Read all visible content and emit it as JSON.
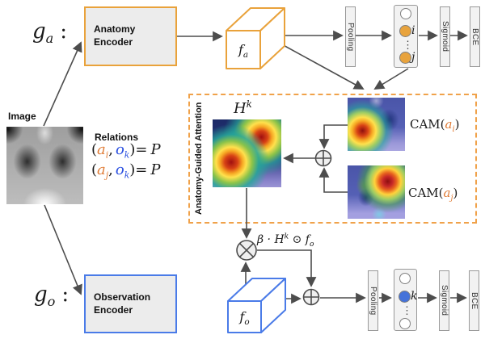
{
  "colors": {
    "orange_accent": "#E9A23B",
    "blue_accent": "#4A7BE8",
    "node_orange": "#E8A33D",
    "node_blue": "#4472D9",
    "var_orange": "#E07B35",
    "var_blue": "#2B50E0",
    "arrow_gray": "#4D4D4D"
  },
  "image_panel": {
    "label": "Image"
  },
  "relations": {
    "title": "Relations",
    "eq1": {
      "open": "(",
      "v1": "a",
      "v1s": "i",
      "comma": ",",
      "v2": "o",
      "v2s": "k",
      "close": ")=",
      "result": "P"
    },
    "eq2": {
      "open": "(",
      "v1": "a",
      "v1s": "j",
      "comma": ",",
      "v2": "o",
      "v2s": "k",
      "close": ")=",
      "result": "P"
    }
  },
  "anatomy_branch": {
    "fn": "g",
    "fn_sub": "a",
    "colon": ":",
    "encoder_line1": "Anatomy",
    "encoder_line2": "Encoder",
    "feature": "f",
    "feature_sub": "a",
    "pooling": "Pooling",
    "node_i": "i",
    "node_j": "j",
    "dots": "⋮",
    "sigmoid": "Sigmoid",
    "bce": "BCE"
  },
  "observation_branch": {
    "fn": "g",
    "fn_sub": "o",
    "colon": ":",
    "encoder_line1": "Observation",
    "encoder_line2": "Encoder",
    "feature": "f",
    "feature_sub": "o",
    "pooling": "Pooling",
    "node_k": "k",
    "dots": "⋮",
    "sigmoid": "Sigmoid",
    "bce": "BCE"
  },
  "attention": {
    "title": "Anatomy-Guided Attention",
    "hk_base": "H",
    "hk_sup": "k",
    "cam1": {
      "prefix": "CAM(",
      "var": "a",
      "sub": "i",
      "close": ")"
    },
    "cam2": {
      "prefix": "CAM(",
      "var": "a",
      "sub": "j",
      "close": ")"
    }
  },
  "operators": {
    "beta_pre": "β · H",
    "beta_sup": "k",
    "beta_mid": " ⊙ f",
    "beta_sub": "o",
    "multiply_icon": "circle-times",
    "add_icon": "circle-plus"
  }
}
